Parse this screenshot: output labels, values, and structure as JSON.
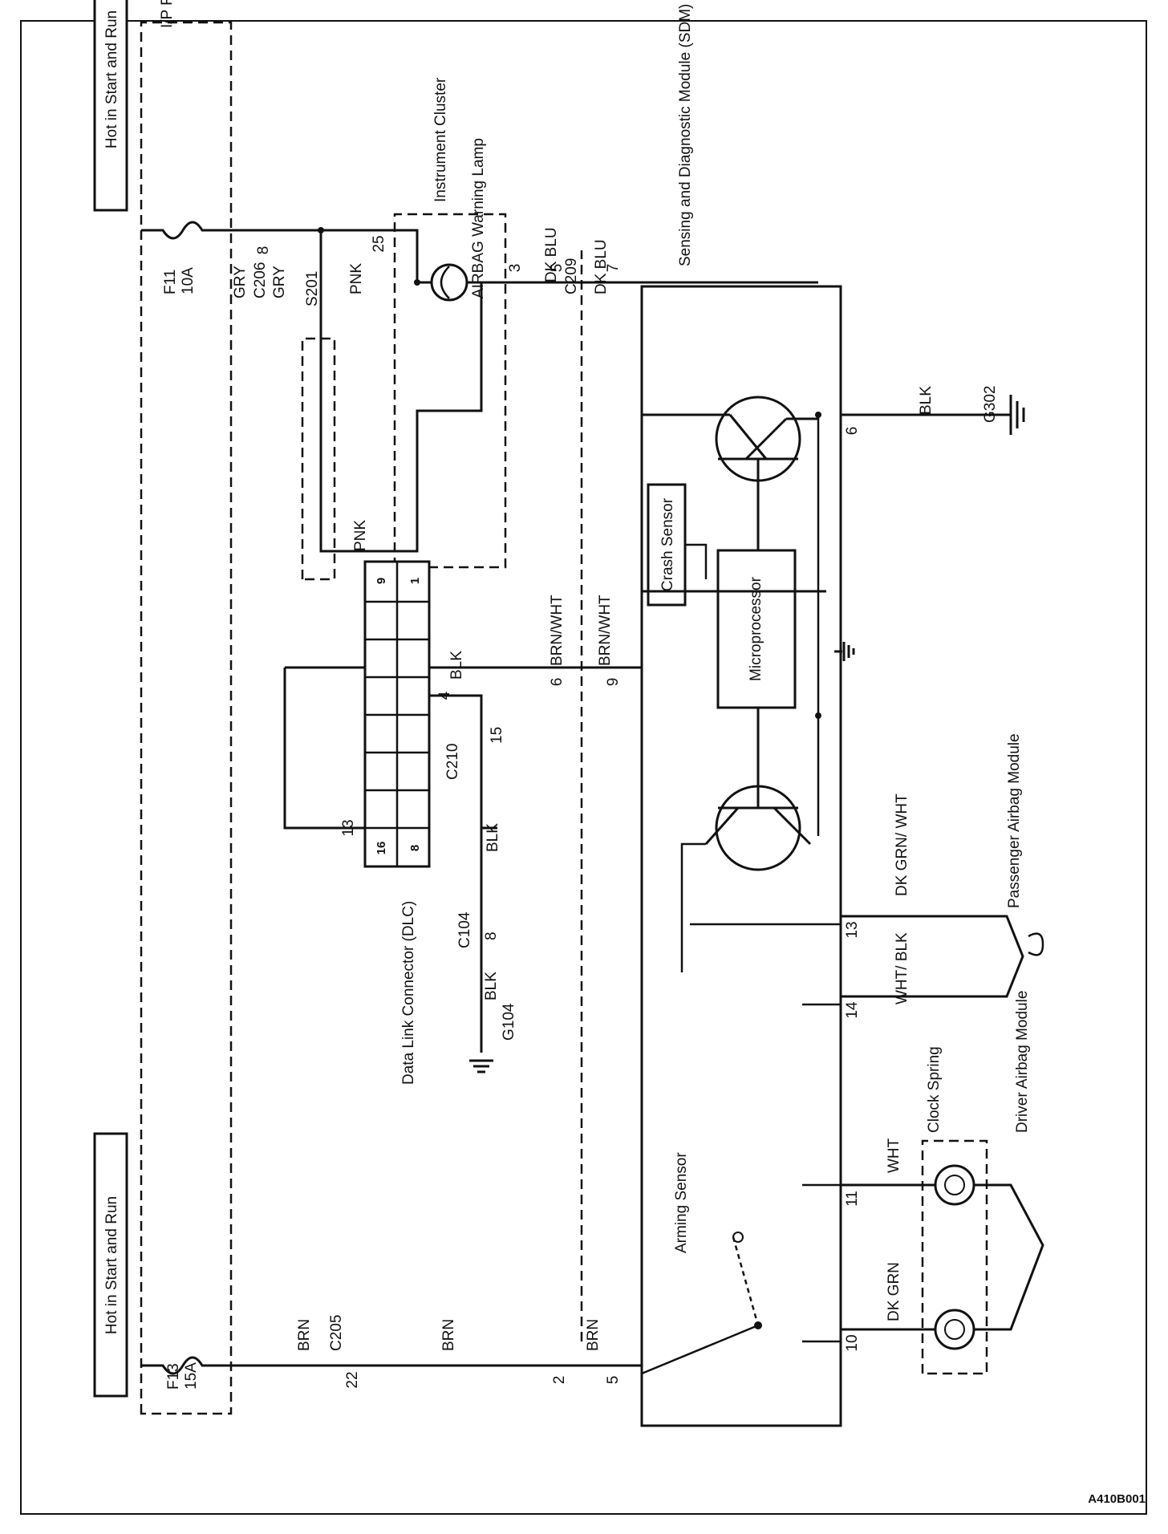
{
  "labels": {
    "hot_top": "Hot in Start and Run",
    "hot_bottom": "Hot in Start and Run",
    "fuse_block": "I/P Fuse Block",
    "f11_name": "F11",
    "f11_rating": "10A",
    "f13_name": "F13",
    "f13_rating": "15A",
    "gry1": "GRY",
    "gry2": "GRY",
    "c206": "C206",
    "c206_pin": "8",
    "s201": "S201",
    "pnk1": "PNK",
    "pnk2": "PNK",
    "ic_pin25": "25",
    "ic_pin9": "9",
    "ic_pin3": "3",
    "instrument_cluster": "Instrument Cluster",
    "airbag_lamp": "AIRBAG Warning Lamp",
    "dkblu1": "DK BLU",
    "dkblu2": "DK BLU",
    "c209": "C209",
    "c209_pin5": "5",
    "sdm_pin7": "7",
    "sdm_name": "Sensing and Diagnostic Module (SDM)",
    "crash_sensor": "Crash Sensor",
    "microprocessor": "Microprocessor",
    "arming_sensor": "Arming Sensor",
    "brnwht1": "BRN/WHT",
    "brnwht2": "BRN/WHT",
    "c209_pin6": "6",
    "sdm_pin9": "9",
    "blk_g302": "BLK",
    "g302": "G302",
    "sdm_pin6": "6",
    "dlc": "Data Link Connector (DLC)",
    "dlc_pin9": "9",
    "dlc_pin1": "1",
    "dlc_pin16": "16",
    "dlc_pin8": "8",
    "dlc_pin13": "13",
    "dlc_pin4": "4",
    "blk_dlc": "BLK",
    "c210": "C210",
    "c210_pin15": "15",
    "blk_c210": "BLK",
    "c104": "C104",
    "c104_pin8": "8",
    "blk_g104": "BLK",
    "g104": "G104",
    "brn1": "BRN",
    "brn2": "BRN",
    "brn3": "BRN",
    "c205": "C205",
    "c205_pin22": "22",
    "c209_pin2": "2",
    "sdm_pin5": "5",
    "dkgrnwht": "DK GRN/ WHT",
    "whtblk": "WHT/ BLK",
    "passenger": "Passenger Airbag Module",
    "sdm_pin13": "13",
    "sdm_pin14": "14",
    "wht": "WHT",
    "dkgrn": "DK GRN",
    "sdm_pin11": "11",
    "sdm_pin10": "10",
    "clock_spring": "Clock Spring",
    "driver": "Driver Airbag Module",
    "figure_id": "A410B001"
  }
}
